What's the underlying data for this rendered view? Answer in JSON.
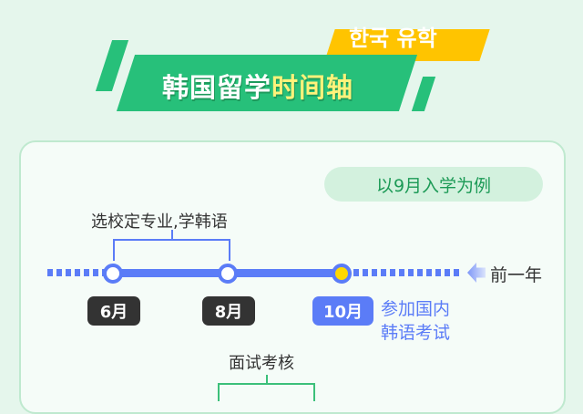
{
  "header": {
    "korean_title": "한국 유학",
    "title_main": "韩国留学",
    "title_highlight": "时间轴"
  },
  "card": {
    "example_label": "以9月入学为例",
    "bracket_label": "选校定专业,学韩语",
    "previous_year": "前一年",
    "milestones": [
      {
        "label": "6月",
        "state": "done"
      },
      {
        "label": "8月",
        "state": "done"
      },
      {
        "label": "10月",
        "state": "current",
        "note_line1": "参加国内",
        "note_line2": "韩语考试"
      }
    ],
    "bottom_label": "面试考核"
  },
  "colors": {
    "green": "#27c07a",
    "yellow": "#ffc400",
    "blue": "#5b7cf7",
    "dark": "#333333"
  }
}
